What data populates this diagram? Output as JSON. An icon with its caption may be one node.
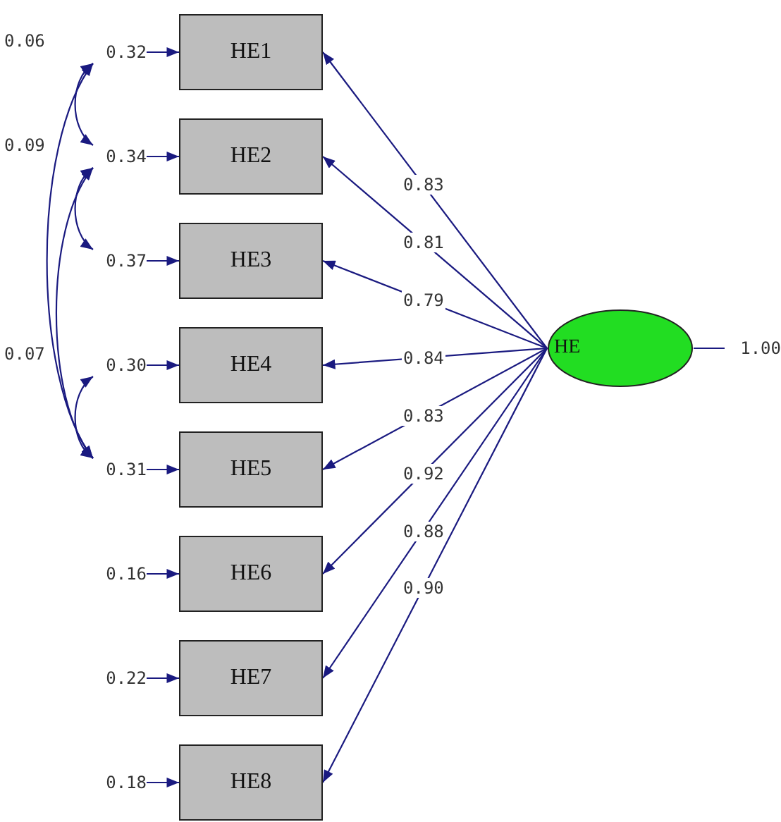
{
  "diagram": {
    "nodes": [
      {
        "text": [
          "HE1"
        ]
      },
      {
        "text": [
          "HE2"
        ]
      },
      {
        "text": [
          "HE3"
        ]
      },
      {
        "text": [
          "HE4"
        ]
      },
      {
        "text": [
          "HE5"
        ]
      },
      {
        "text": [
          "HE6"
        ]
      },
      {
        "text": [
          "HE7"
        ]
      },
      {
        "text": [
          "HE8"
        ]
      },
      {
        "text": [
          "HE"
        ]
      },
      {
        "text": [
          "0.32"
        ]
      },
      {
        "text": [
          "0.34"
        ]
      },
      {
        "text": [
          "0.37"
        ]
      },
      {
        "text": [
          "0.30"
        ]
      },
      {
        "text": [
          "0.31"
        ]
      },
      {
        "text": [
          "0.16"
        ]
      },
      {
        "text": [
          "0.22"
        ]
      },
      {
        "text": [
          "0.18"
        ]
      },
      {
        "text": [
          "1.00"
        ]
      }
    ],
    "edges": [
      {
        "from": 8,
        "to": 0,
        "arrow": "to",
        "label": "0.83"
      },
      {
        "from": 8,
        "to": 1,
        "arrow": "to",
        "label": "0.81"
      },
      {
        "from": 8,
        "to": 2,
        "arrow": "to",
        "label": "0.79"
      },
      {
        "from": 8,
        "to": 3,
        "arrow": "to",
        "label": "0.84"
      },
      {
        "from": 8,
        "to": 4,
        "arrow": "to",
        "label": "0.83"
      },
      {
        "from": 8,
        "to": 5,
        "arrow": "to",
        "label": "0.92"
      },
      {
        "from": 8,
        "to": 6,
        "arrow": "to",
        "label": "0.88"
      },
      {
        "from": 8,
        "to": 7,
        "arrow": "to",
        "label": "0.90"
      },
      {
        "from": 9,
        "to": 0,
        "arrow": "to"
      },
      {
        "from": 10,
        "to": 1,
        "arrow": "to"
      },
      {
        "from": 11,
        "to": 2,
        "arrow": "to"
      },
      {
        "from": 12,
        "to": 3,
        "arrow": "to"
      },
      {
        "from": 13,
        "to": 4,
        "arrow": "to"
      },
      {
        "from": 14,
        "to": 5,
        "arrow": "to"
      },
      {
        "from": 15,
        "to": 6,
        "arrow": "to"
      },
      {
        "from": 16,
        "to": 7,
        "arrow": "to"
      },
      {
        "from": 9,
        "to": 10,
        "arrow": "both"
      },
      {
        "from": 13,
        "to": 9,
        "arrow": "both"
      },
      {
        "from": 11,
        "to": 10,
        "arrow": "both"
      },
      {
        "from": 13,
        "to": 10,
        "arrow": "both"
      },
      {
        "from": 13,
        "to": 12,
        "arrow": "both"
      },
      {
        "from": 8,
        "to": 17,
        "arrow": "none"
      }
    ],
    "labels": [
      "0.06",
      "0.09",
      "0.07"
    ]
  }
}
